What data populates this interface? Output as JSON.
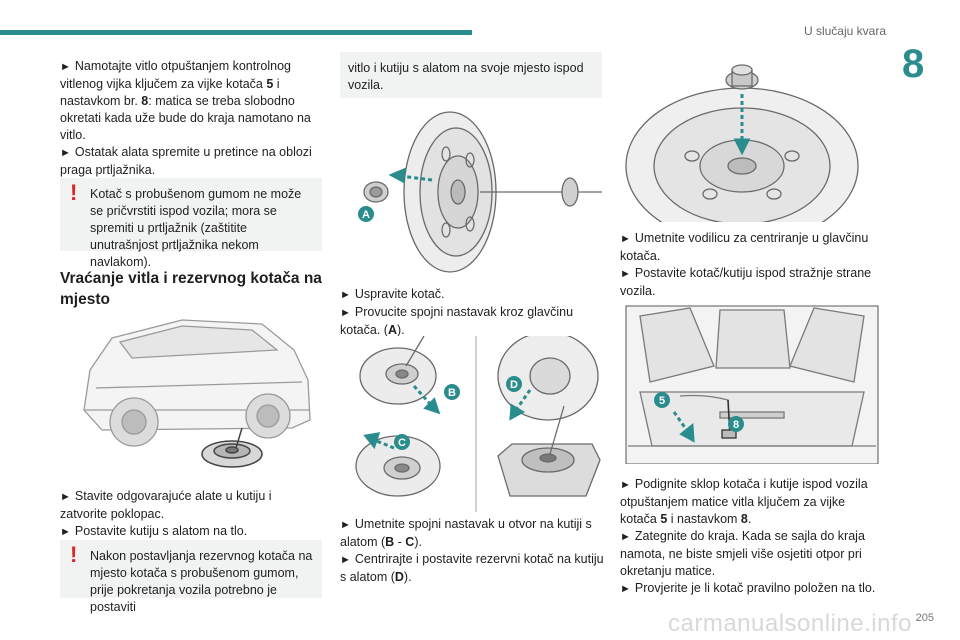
{
  "header": {
    "chapter_title": "U slučaju kvara",
    "chapter_number": "8",
    "accent_color": "#2a8c8c"
  },
  "page_number": "205",
  "watermark": "carmanualsonline.info",
  "col1": {
    "step1": {
      "t1": "Namotajte vitlo otpuštanjem kontrolnog vitlenog vijka ključem za vijke kotača ",
      "b1": "5",
      "t2": " i nastavkom br. ",
      "b2": "8",
      "t3": ": matica se treba slobodno okretati kada uže bude do kraja namotano na vitlo."
    },
    "step2": "Ostatak alata spremite u pretince na oblozi praga prtljažnika.",
    "warning1": "Kotač s probušenom gumom ne može se pričvrstiti ispod vozila; mora se spremiti u prtljažnik (zaštitite unutrašnjost prtljažnika nekom navlakom).",
    "heading": "Vraćanje vitla i rezervnog kotača na mjesto",
    "step3": "Stavite odgovarajuće alate u kutiju i zatvorite poklopac.",
    "step4": "Postavite kutiju s alatom na tlo.",
    "warning2": "Nakon postavljanja rezervnog kotača na mjesto kotača s probušenom gumom, prije pokretanja vozila potrebno je postaviti"
  },
  "col2": {
    "warning_cont": "vitlo i kutiju s alatom na svoje mjesto ispod vozila.",
    "figure_a_label": "A",
    "step1": "Uspravite kotač.",
    "step2": {
      "t1": "Provucite spojni nastavak kroz glavčinu kotača. (",
      "b1": "A",
      "t2": ")."
    },
    "figure_labels": {
      "b": "B",
      "c": "C",
      "d": "D"
    },
    "step3": {
      "t1": "Umetnite spojni nastavak u otvor na kutiji s alatom (",
      "b1": "B",
      "t2": " - ",
      "b2": "C",
      "t3": ")."
    },
    "step4": {
      "t1": "Centrirajte i postavite rezervni kotač na kutiju s alatom (",
      "b1": "D",
      "t2": ")."
    }
  },
  "col3": {
    "step1": "Umetnite vodilicu za centriranje u glavčinu kotača.",
    "step2": "Postavite kotač/kutiju ispod stražnje strane vozila.",
    "figure_labels": {
      "five": "5",
      "eight": "8"
    },
    "step3": {
      "t1": "Podignite sklop kotača i kutije ispod vozila otpuštanjem matice vitla ključem za vijke kotača ",
      "b1": "5",
      "t2": " i nastavkom ",
      "b2": "8",
      "t3": "."
    },
    "step4": "Zategnite do kraja. Kada se sajla do kraja namota, ne biste smjeli više osjetiti otpor pri okretanju matice.",
    "step5": "Provjerite je li kotač pravilno položen na tlo."
  },
  "bullet": "►",
  "warning_mark": "!"
}
